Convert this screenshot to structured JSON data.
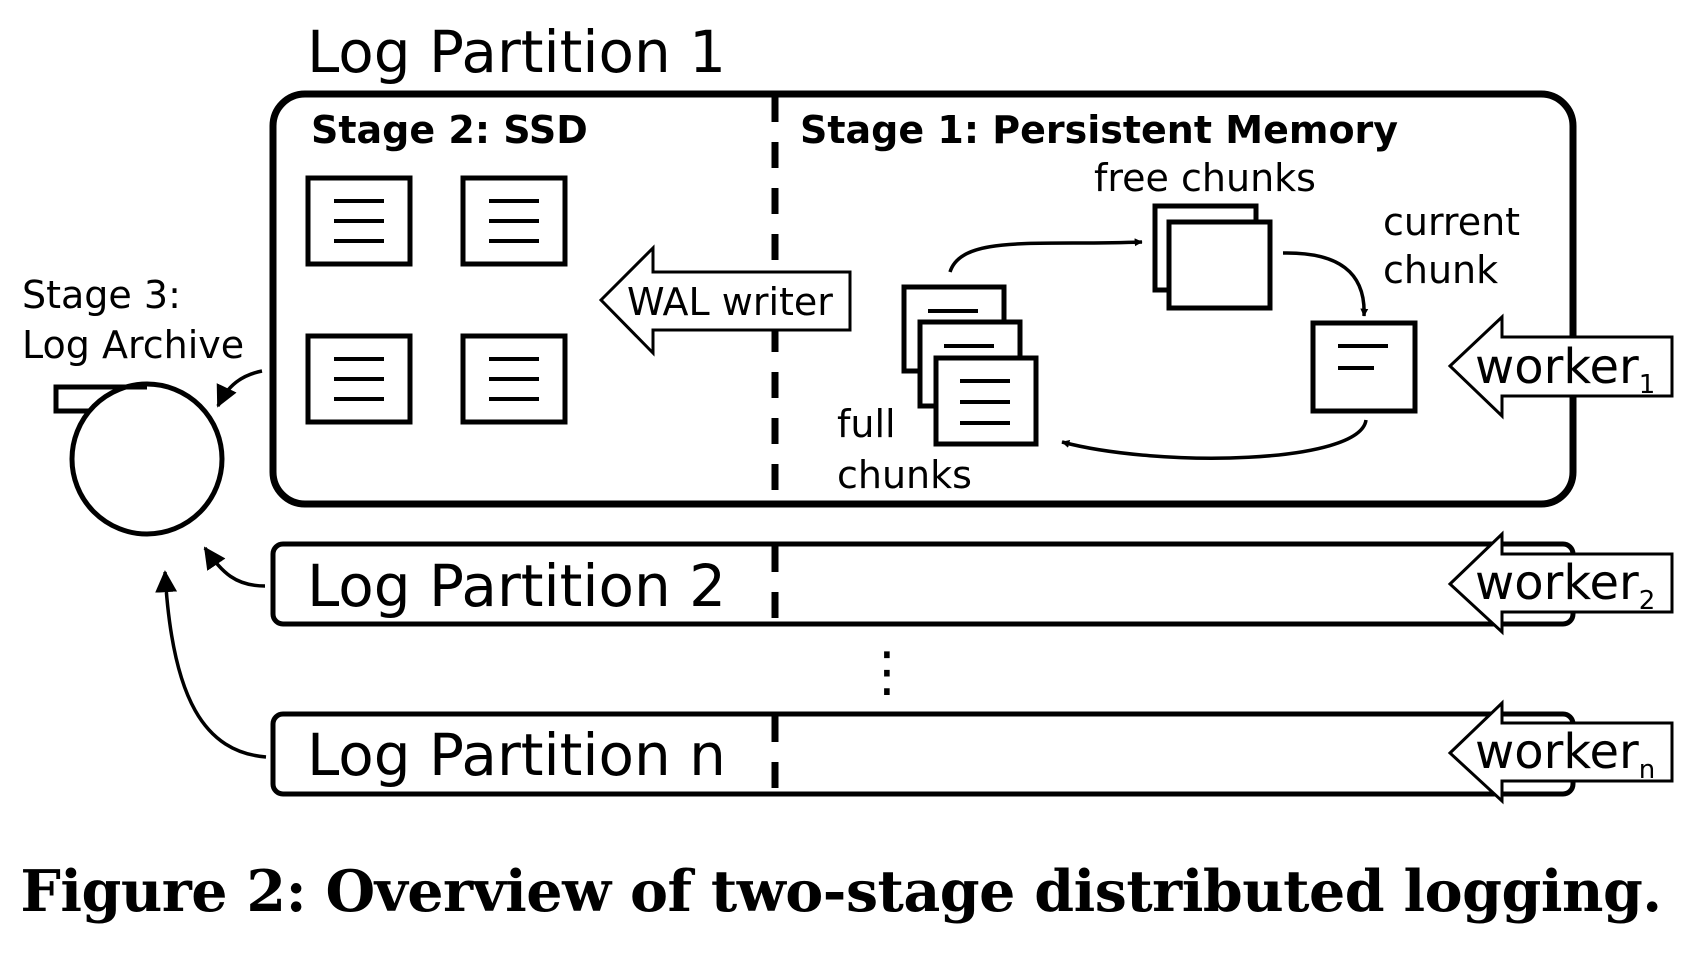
{
  "partition1": {
    "title": "Log Partition 1",
    "stage2_label": "Stage 2: SSD",
    "stage1_label": "Stage 1: Persistent Memory",
    "wal_writer_label": "WAL writer",
    "free_chunks_label": "free chunks",
    "current_chunk_label_1": "current",
    "current_chunk_label_2": "chunk",
    "full_chunks_label_1": "full",
    "full_chunks_label_2": "chunks"
  },
  "archive": {
    "label_line1": "Stage 3:",
    "label_line2": "Log Archive"
  },
  "partition2": {
    "title": "Log Partition 2"
  },
  "partition_n": {
    "title": "Log Partition n"
  },
  "ellipsis": "⋮",
  "workers": {
    "w1": {
      "base": "worker",
      "sub": "1"
    },
    "w2": {
      "base": "worker",
      "sub": "2"
    },
    "wn": {
      "base": "worker",
      "sub": "n"
    }
  },
  "caption": "Figure 2: Overview of two-stage distributed logging."
}
